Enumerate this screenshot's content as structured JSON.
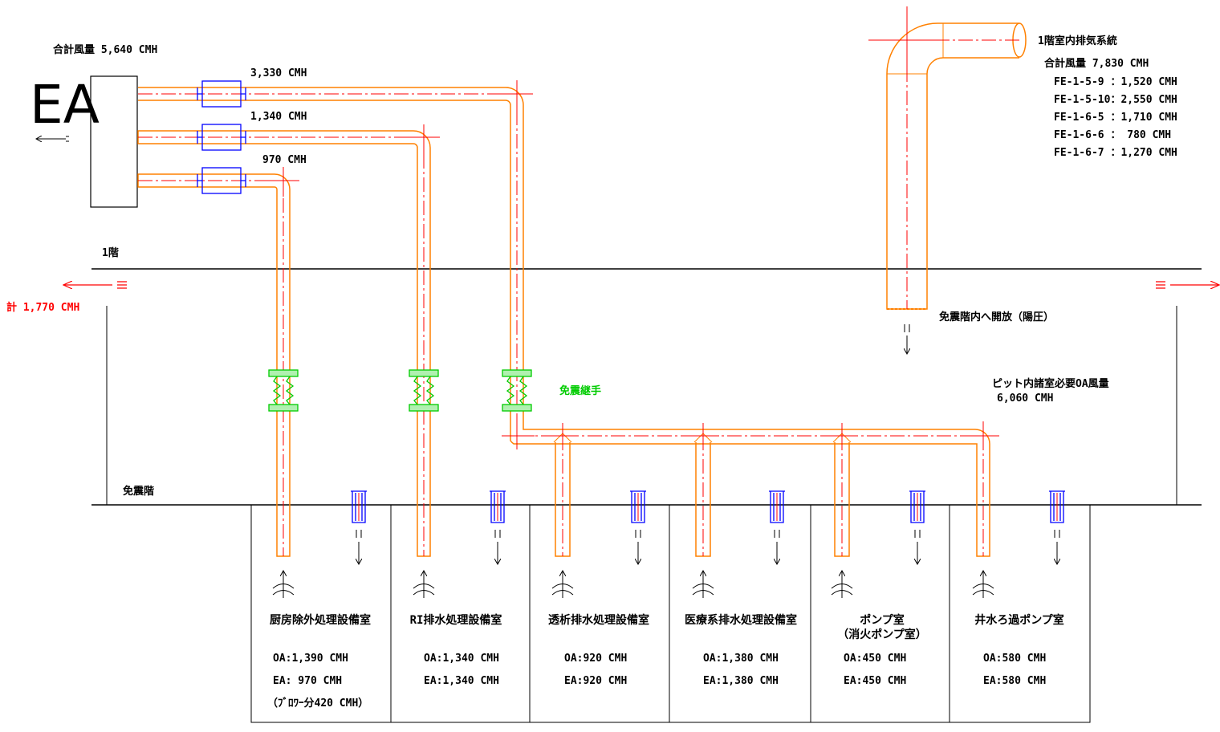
{
  "colors": {
    "duct": "#ff8000",
    "center_line": "#ff0000",
    "damper": "#0000ff",
    "flex_joint": "#00cc00",
    "structure": "#000000",
    "exhaust_arrow": "#ff0000"
  },
  "ea": {
    "label": "EA",
    "total_airflow": "合計風量 5,640 CMH"
  },
  "branches": [
    {
      "airflow": "3,330 CMH"
    },
    {
      "airflow": "1,340 CMH"
    },
    {
      "airflow": "970 CMH"
    }
  ],
  "floors": {
    "first_floor": "1階",
    "isolation_floor": "免震階"
  },
  "left_exhaust": {
    "total": "計 1,770 CMH"
  },
  "system_1f": {
    "title": "1階室内排気系統",
    "total": "合計風量 7,830 CMH",
    "items": [
      "FE-1-5-9 ：1,520 CMH",
      "FE-1-5-10：2,550 CMH",
      "FE-1-6-5 ：1,710 CMH",
      "FE-1-6-6 ：  780 CMH",
      "FE-1-6-7 ：1,270 CMH"
    ]
  },
  "open_note": "免震階内へ開放（陽圧）",
  "flex_joint_label": "免震継手",
  "pit_oa": {
    "label": "ピット内諸室必要OA風量",
    "value": "6,060 CMH"
  },
  "rooms": [
    {
      "name": "厨房除外処理設備室",
      "oa": "OA:1,390 CMH",
      "ea": "EA:  970 CMH",
      "note": "（ﾌﾞﾛﾜｰ分420 CMH）"
    },
    {
      "name": "RI排水処理設備室",
      "oa": "OA:1,340 CMH",
      "ea": "EA:1,340 CMH"
    },
    {
      "name": "透析排水処理設備室",
      "oa": "OA:920 CMH",
      "ea": "EA:920 CMH"
    },
    {
      "name": "医療系排水処理設備室",
      "oa": "OA:1,380 CMH",
      "ea": "EA:1,380 CMH"
    },
    {
      "name": "ポンプ室",
      "name2": "（消火ポンプ室）",
      "oa": "OA:450 CMH",
      "ea": "EA:450 CMH"
    },
    {
      "name": "井水ろ過ポンプ室",
      "oa": "OA:580 CMH",
      "ea": "EA:580 CMH"
    }
  ]
}
